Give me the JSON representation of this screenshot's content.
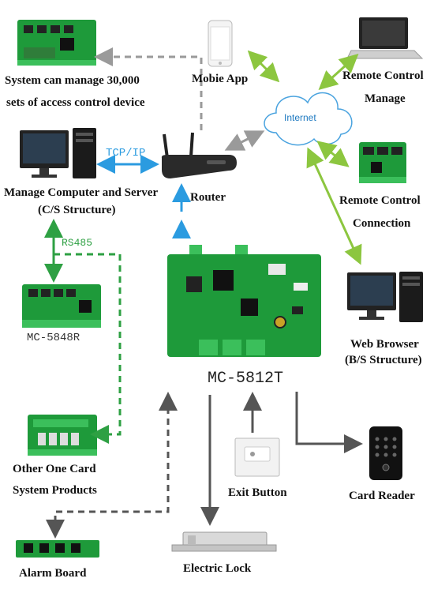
{
  "labels": {
    "system_manage_line1": "System can manage 30,000",
    "system_manage_line2": "sets of access control device",
    "mobile_app": "Mobie App",
    "remote_control_manage_line1": "Remote Control",
    "remote_control_manage_line2": "Manage",
    "internet": "Internet",
    "tcp_ip": "TCP/IP",
    "router": "Router",
    "manage_computer_line1": "Manage Computer and Server",
    "manage_computer_line2": "(C/S Structure)",
    "remote_control_connection_line1": "Remote Control",
    "remote_control_connection_line2": "Connection",
    "rs485": "RS485",
    "mc5848r": "MC-5848R",
    "web_browser_line1": "Web Browser",
    "web_browser_line2": "(B/S Structure)",
    "mc5812t": "MC-5812T",
    "other_products_line1": "Other One Card",
    "other_products_line2": "System Products",
    "exit_button": "Exit Button",
    "card_reader": "Card Reader",
    "alarm_board": "Alarm Board",
    "electric_lock": "Electric Lock"
  },
  "colors": {
    "board_green": "#1e9a3a",
    "tcp_arrow": "#2b9be0",
    "internet_arrow": "#8cc63f",
    "rs485_green": "#2ea043",
    "gray_arrow": "#9a9a9a",
    "dark_arrow": "#555555"
  }
}
